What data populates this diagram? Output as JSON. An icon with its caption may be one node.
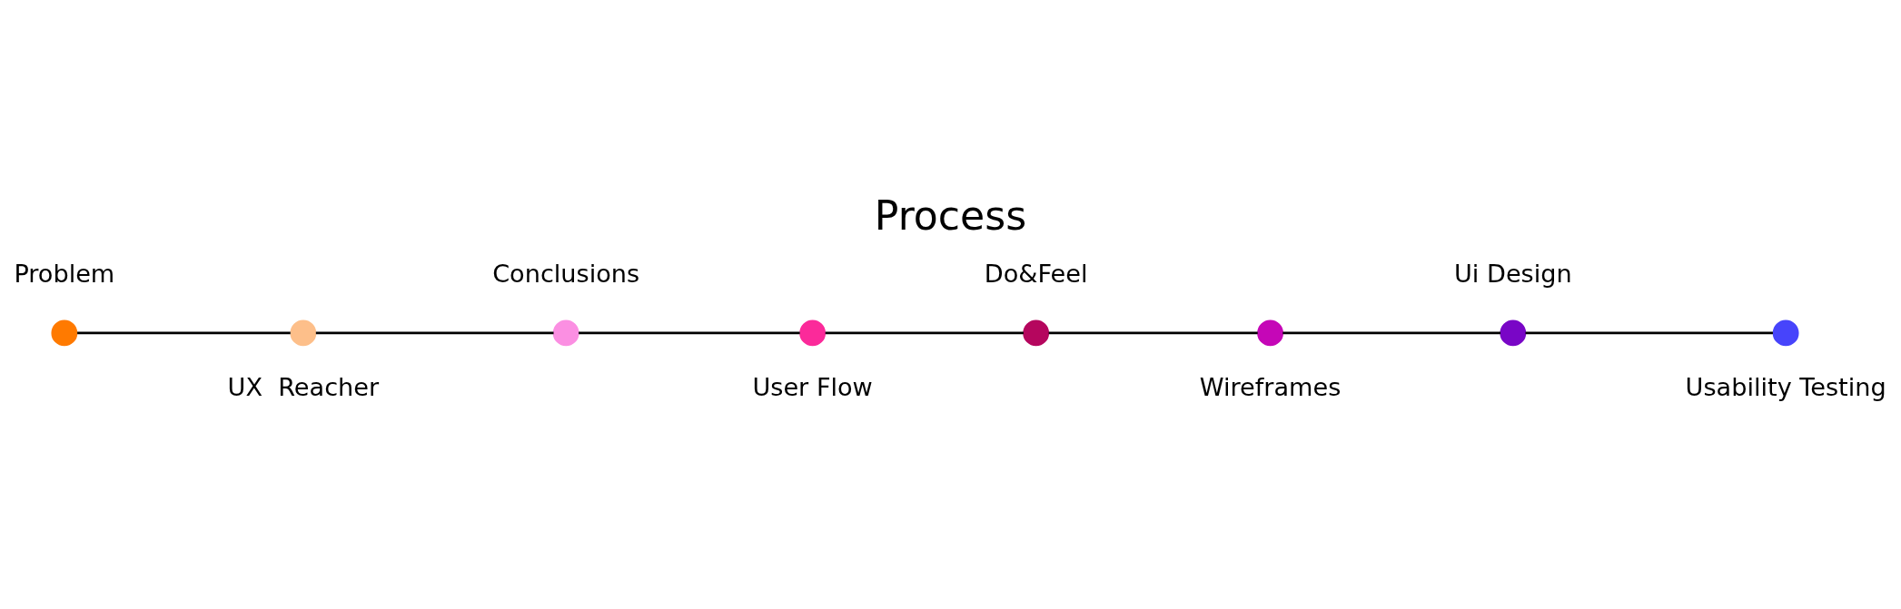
{
  "diagram": {
    "title": "Process",
    "nodes": [
      {
        "text": [],
        "shape": "circle",
        "beside": [
          "Problem"
        ]
      },
      {
        "text": [],
        "shape": "circle",
        "beside": [
          "UX  Reacher"
        ]
      },
      {
        "text": [],
        "shape": "circle",
        "beside": [
          "Conclusions"
        ]
      },
      {
        "text": [],
        "shape": "circle",
        "beside": [
          "User Flow"
        ]
      },
      {
        "text": [],
        "shape": "circle",
        "beside": [
          "Do&Feel"
        ]
      },
      {
        "text": [],
        "shape": "circle",
        "beside": [
          "Wireframes"
        ]
      },
      {
        "text": [],
        "shape": "circle",
        "beside": [
          "Ui Design"
        ]
      },
      {
        "text": [],
        "shape": "circle",
        "beside": [
          "Usability Testing"
        ]
      }
    ],
    "edges": [
      {
        "from": 0,
        "to": 1,
        "arrow": "none"
      },
      {
        "from": 1,
        "to": 2,
        "arrow": "none"
      },
      {
        "from": 2,
        "to": 3,
        "arrow": "none"
      },
      {
        "from": 3,
        "to": 4,
        "arrow": "none"
      },
      {
        "from": 4,
        "to": 5,
        "arrow": "none"
      },
      {
        "from": 5,
        "to": 6,
        "arrow": "none"
      },
      {
        "from": 6,
        "to": 7,
        "arrow": "none"
      }
    ]
  }
}
